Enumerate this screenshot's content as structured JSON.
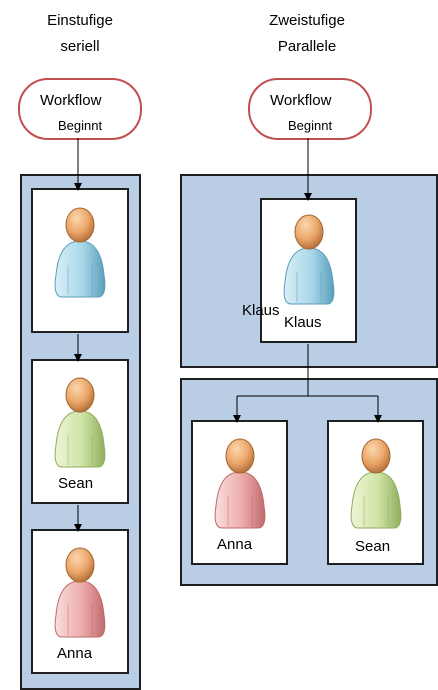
{
  "left": {
    "heading": [
      "Einstufige",
      "seriell"
    ],
    "workflow": {
      "line1": "Workflow",
      "line2": "Beginnt"
    },
    "people": [
      {
        "name": "",
        "color": "blue"
      },
      {
        "name": "Sean",
        "color": "green"
      },
      {
        "name": "Anna",
        "color": "red"
      }
    ]
  },
  "right": {
    "heading": [
      "Zweistufige",
      "Parallele"
    ],
    "workflow": {
      "line1": "Workflow",
      "line2": "Beginnt"
    },
    "stage1": {
      "name": "Klaus",
      "overlap_name": "Klaus",
      "color": "blue"
    },
    "stage2": [
      {
        "name": "Anna",
        "color": "red"
      },
      {
        "name": "Sean",
        "color": "green"
      }
    ]
  },
  "colors": {
    "workflow_border": "#c0504d",
    "panel_fill": "#b9cde4",
    "border": "#1f1f1f"
  }
}
